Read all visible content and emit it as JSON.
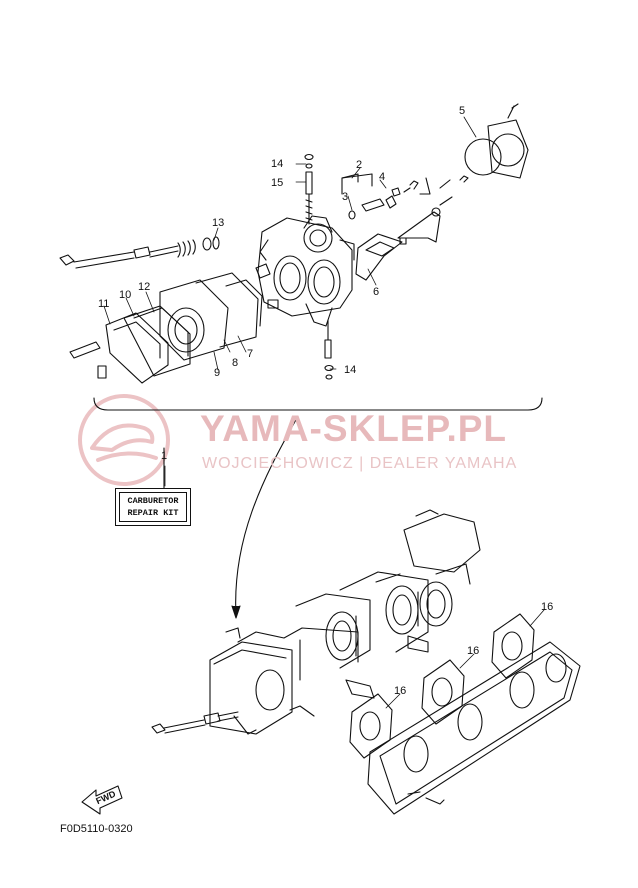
{
  "watermark": {
    "title": "YAMA-SKLEP.PL",
    "subtitle": "WOJCIECHOWICZ | DEALER YAMAHA"
  },
  "kit_label": {
    "line1": "CARBURETOR",
    "line2": "REPAIR KIT"
  },
  "fwd_label": "FWD",
  "figure_code": "F0D5110-0320",
  "callouts": [
    "1",
    "2",
    "3",
    "4",
    "5",
    "6",
    "7",
    "8",
    "9",
    "10",
    "11",
    "12",
    "13",
    "14",
    "14",
    "15",
    "16",
    "16",
    "16"
  ],
  "colors": {
    "line": "#111111",
    "watermark": "#e7b9bb"
  }
}
